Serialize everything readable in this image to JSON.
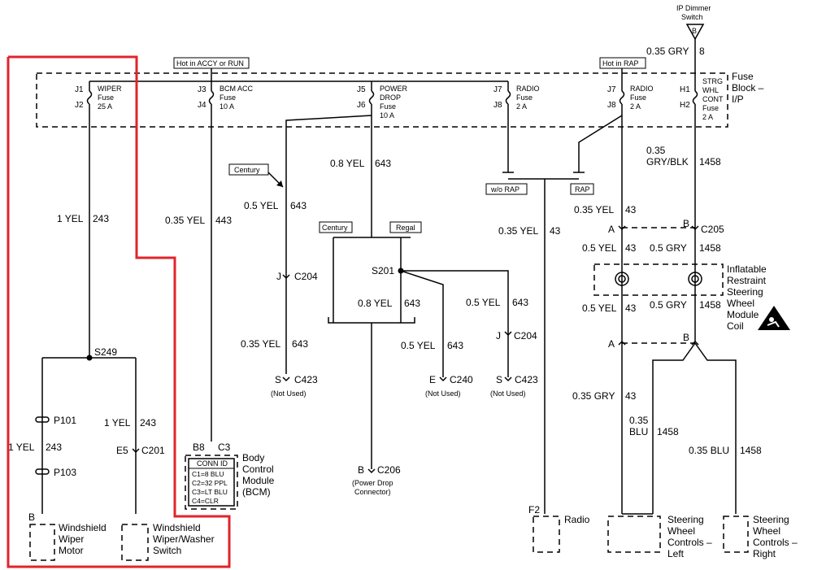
{
  "fuse_block": {
    "label_line1": "Fuse",
    "label_line2": "Block –",
    "label_line3": "I/P",
    "hot_accy_run": "Hot in ACCY or RUN",
    "hot_rap": "Hot in RAP",
    "fuses": [
      {
        "top": "J1",
        "bottom": "J2",
        "name": "WIPER",
        "line2": "Fuse",
        "rating": "25 A"
      },
      {
        "top": "J3",
        "bottom": "J4",
        "name": "BCM ACC",
        "line2": "Fuse",
        "rating": "10 A"
      },
      {
        "top": "J5",
        "bottom": "J6",
        "name": "POWER",
        "line2": "DROP",
        "line3": "Fuse",
        "rating": "10 A"
      },
      {
        "top": "J7",
        "bottom": "J8",
        "name": "RADIO",
        "line2": "Fuse",
        "rating": "2 A"
      },
      {
        "top": "J7",
        "bottom": "J8",
        "name": "RADIO",
        "line2": "Fuse",
        "rating": "2 A"
      },
      {
        "top": "H1",
        "bottom": "H2",
        "name": "STRG",
        "line2": "WHL",
        "line3": "CONT",
        "line4": "Fuse",
        "rating": "2 A"
      }
    ]
  },
  "ip_dimmer": {
    "line1": "IP Dimmer",
    "line2": "Switch",
    "pin": "B",
    "wire": "0.35 GRY",
    "circuit": "8"
  },
  "wires": {
    "w243a": {
      "gauge": "1 YEL",
      "circuit": "243"
    },
    "w443": {
      "gauge": "0.35 YEL",
      "circuit": "443"
    },
    "w643a": {
      "gauge": "0.8 YEL",
      "circuit": "643"
    },
    "w643b": {
      "gauge": "0.5 YEL",
      "circuit": "643"
    },
    "w643c": {
      "gauge": "0.35 YEL",
      "circuit": "643"
    },
    "w643d": {
      "gauge": "0.8 YEL",
      "circuit": "643"
    },
    "w643e": {
      "gauge": "0.5 YEL",
      "circuit": "643"
    },
    "w643f": {
      "gauge": "0.5 YEL",
      "circuit": "643"
    },
    "w43a": {
      "gauge": "0.35 YEL",
      "circuit": "43"
    },
    "w43b": {
      "gauge": "0.35 YEL",
      "circuit": "43"
    },
    "w43c": {
      "gauge": "0.5 YEL",
      "circuit": "43"
    },
    "w43d": {
      "gauge": "0.5 YEL",
      "circuit": "43"
    },
    "w43e": {
      "gauge": "0.35 GRY",
      "circuit": "43"
    },
    "w1458a_g": "0.35",
    "w1458a_g2": "GRY/BLK",
    "w1458a_c": "1458",
    "w1458b": {
      "gauge": "0.5 GRY",
      "circuit": "1458"
    },
    "w1458c": {
      "gauge": "0.5 GRY",
      "circuit": "1458"
    },
    "w1458d_g": "0.35",
    "w1458d_g2": "BLU",
    "w1458d_c": "1458",
    "w1458e": {
      "gauge": "0.35 BLU",
      "circuit": "1458"
    },
    "w243b": {
      "gauge": "1 YEL",
      "circuit": "243"
    },
    "w243c": {
      "gauge": "1 YEL",
      "circuit": "243"
    }
  },
  "labels": {
    "century": "Century",
    "century2": "Century",
    "regal": "Regal",
    "wo_rap": "w/o RAP",
    "rap": "RAP",
    "s249": "S249",
    "s201": "S201",
    "p101": "P101",
    "p103": "P103",
    "e5": "E5",
    "c201": "C201",
    "j1": "J",
    "c204a": "C204",
    "j2": "J",
    "c204b": "C204",
    "s1": "S",
    "c423a": "C423",
    "not_used1": "(Not Used)",
    "e": "E",
    "c240": "C240",
    "not_used2": "(Not Used)",
    "s2": "S",
    "c423b": "C423",
    "not_used3": "(Not Used)",
    "b_c206": "B",
    "c206": "C206",
    "pdc1": "(Power Drop",
    "pdc2": "Connector)",
    "a1": "A",
    "b1": "B",
    "c205": "C205",
    "a2": "A",
    "b2": "B",
    "f2": "F2",
    "b8": "B8",
    "c3": "C3",
    "pin_b_motor": "B"
  },
  "components": {
    "motor": [
      "Windshield",
      "Wiper",
      "Motor"
    ],
    "switch": [
      "Windshield",
      "Wiper/Washer",
      "Switch"
    ],
    "bcm": [
      "Body",
      "Control",
      "Module",
      "(BCM)"
    ],
    "conn_id": {
      "title": "CONN ID",
      "rows": [
        "C1=8 BLU",
        "C2=32 PPL",
        "C3=LT BLU",
        "C4=CLR"
      ]
    },
    "radio": "Radio",
    "swc_left": [
      "Steering",
      "Wheel",
      "Controls –",
      "Left"
    ],
    "swc_right": [
      "Steering",
      "Wheel",
      "Controls –",
      "Right"
    ],
    "coil": [
      "Inflatable",
      "Restraint",
      "Steering",
      "Wheel",
      "Module",
      "Coil"
    ]
  },
  "highlight_color": "#e0242b"
}
